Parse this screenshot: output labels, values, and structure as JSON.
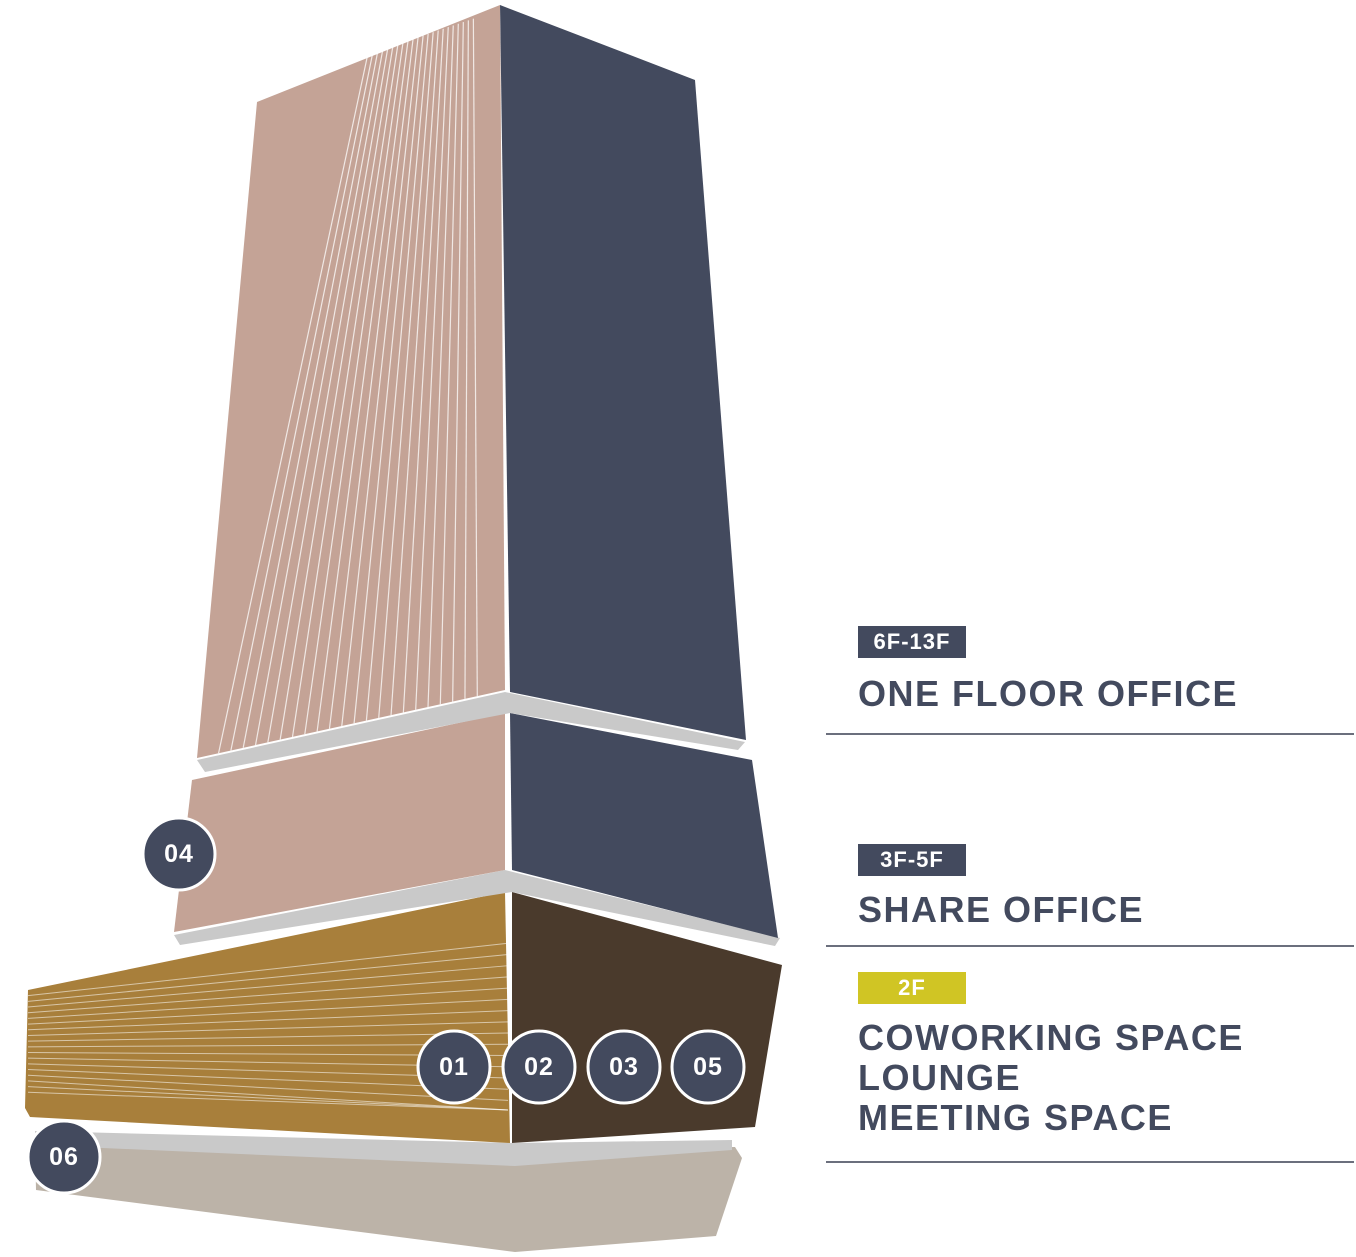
{
  "colors": {
    "navy": "#434a5e",
    "tower_left": "#c4a396",
    "podium_left": "#a87f3b",
    "podium_right": "#4a3a2c",
    "base": "#bcb3a8",
    "slab": "#c9c9c9",
    "badge_highlight": "#d0c524"
  },
  "markers": {
    "m01": "01",
    "m02": "02",
    "m03": "03",
    "m04": "04",
    "m05": "05",
    "m06": "06"
  },
  "legend": {
    "upper": {
      "floor": "6F-13F",
      "usage": "ONE FLOOR OFFICE"
    },
    "middle": {
      "floor": "3F-5F",
      "usage": "SHARE OFFICE"
    },
    "lower": {
      "floor": "2F",
      "usage_lines": [
        "COWORKING SPACE",
        "LOUNGE",
        "MEETING SPACE"
      ]
    }
  }
}
